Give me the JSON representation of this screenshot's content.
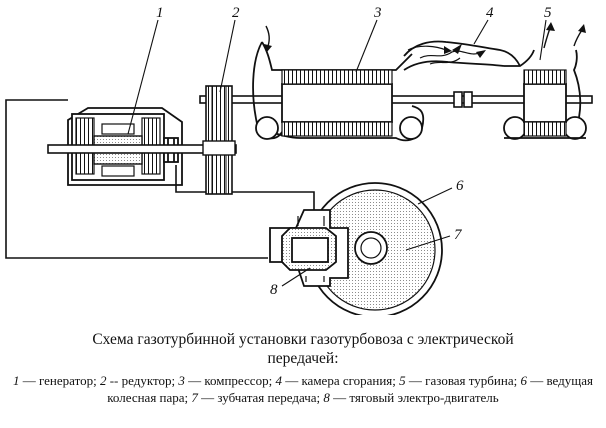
{
  "labels": {
    "n1": "1",
    "n2": "2",
    "n3": "3",
    "n4": "4",
    "n5": "5",
    "n6": "6",
    "n7": "7",
    "n8": "8"
  },
  "caption": {
    "title_line1": "Схема газотурбинной установки газотурбовоза с электрической",
    "title_line2": "передачей:",
    "legend": [
      {
        "num": "1",
        "text": " — генератор; "
      },
      {
        "num": "2",
        "text": " -- редуктор; "
      },
      {
        "num": "3",
        "text": " — компрессор; "
      },
      {
        "num": "4",
        "text": " — камера сгорания; "
      },
      {
        "num": "5",
        "text": " — газовая турбина; "
      },
      {
        "num": "6",
        "text": " — ведущая колесная пара; "
      },
      {
        "num": "7",
        "text": " — зубчатая передача; "
      },
      {
        "num": "8",
        "text": " — тяговый электро-двигатель"
      }
    ]
  }
}
